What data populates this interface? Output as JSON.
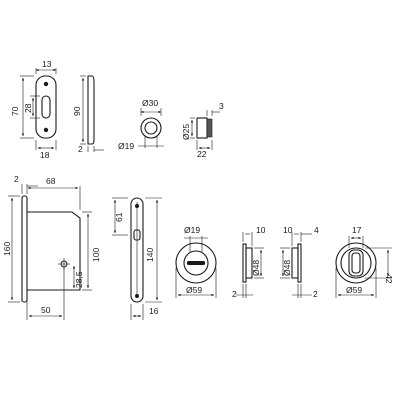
{
  "dimensions": {
    "strike_width": "13",
    "strike_height": "70",
    "strike_slot": "28",
    "strike_base": "18",
    "strike_length": "90",
    "strike_thickness": "2",
    "rose_outer": "Ø30",
    "rose_inner": "Ø19",
    "cyl_top": "3",
    "cyl_dia": "Ø25",
    "cyl_len": "22",
    "lock_offset": "2",
    "lock_width": "68",
    "lock_height": "160",
    "lock_body": "100",
    "lock_center": "28,5",
    "lock_backset": "50",
    "plate_top": "61",
    "plate_length": "140",
    "plate_width": "16",
    "ring_inner": "Ø19",
    "ring_outer": "Ø59",
    "side1_top": "10",
    "side1_dia": "Ø48",
    "side1_bottom": "2",
    "side2_top_a": "10",
    "side2_top_b": "4",
    "side2_dia": "Ø48",
    "side2_bottom": "2",
    "pull_slot": "17",
    "pull_outer": "Ø59",
    "pull_height": "42"
  }
}
